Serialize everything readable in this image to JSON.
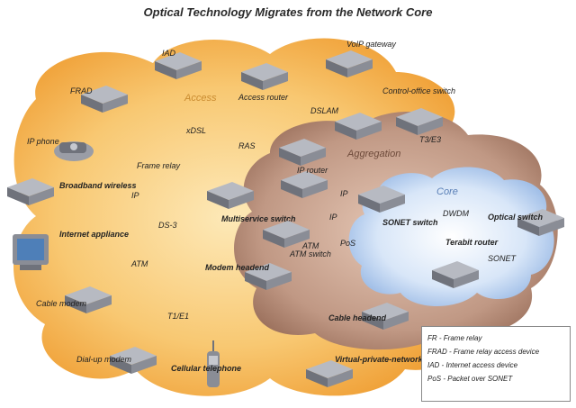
{
  "title": "Optical Technology Migrates from the Network Core",
  "zones": {
    "access": "Access",
    "aggregation": "Aggregation",
    "core": "Core"
  },
  "devices": {
    "iad": "IAD",
    "voip_gateway": "VoIP gateway",
    "frad": "FRAD",
    "access_router": "Access router",
    "control_office_switch": "Control-office switch",
    "dslam": "DSLAM",
    "ip_phone": "IP phone",
    "ras": "RAS",
    "broadband_wireless": "Broadband wireless",
    "ip_router": "IP router",
    "internet_appliance": "Internet appliance",
    "multiservice_switch": "Multiservice switch",
    "sonet_switch": "SONET switch",
    "optical_switch": "Optical switch",
    "terabit_router": "Terabit router",
    "atm_switch": "ATM switch",
    "modem_headend": "Modem headend",
    "cable_modem": "Cable modem",
    "cable_headend": "Cable headend",
    "dialup_modem": "Dial-up modem",
    "cellular_telephone": "Cellular telephone",
    "vpn_gateway": "Virtual-private-network gateway"
  },
  "links": {
    "xdsl": "xDSL",
    "frame_relay": "Frame relay",
    "ip": "IP",
    "ds3": "DS-3",
    "atm": "ATM",
    "t1e1": "T1/E1",
    "t3e3": "T3/E3",
    "ip2": "IP",
    "ip3": "IP",
    "pos": "PoS",
    "atm2": "ATM",
    "dwdm": "DWDM",
    "sonet": "SONET"
  },
  "legend": [
    "FR - Frame relay",
    "FRAD - Frame relay access device",
    "IAD - Internet access device",
    "PoS - Packet over SONET"
  ],
  "colors": {
    "access_cloud": "#f4b550",
    "aggregation_cloud": "#a87a64",
    "core_cloud": "#a8c4e8",
    "device": "#7a7d86"
  }
}
